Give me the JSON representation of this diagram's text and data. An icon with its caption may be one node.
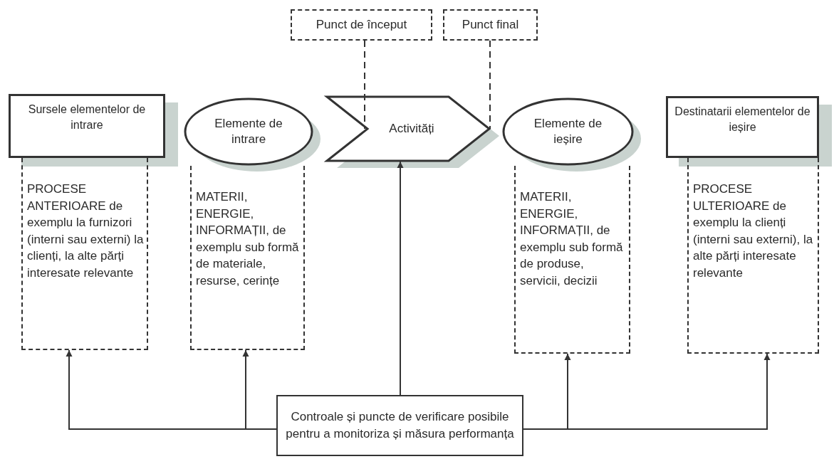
{
  "diagram": {
    "nodes": [
      {
        "text": [
          "Sursele elementelor de intrare"
        ]
      },
      {
        "text": [
          "PROCESE ANTERIOARE de exemplu la furnizori (interni sau externi) la clienți, la alte părți interesate relevante"
        ]
      },
      {
        "text": [
          "Elemente de intrare"
        ]
      },
      {
        "text": [
          "MATERII, ENERGIE, INFORMAȚII, de exemplu sub formă de materiale, resurse, cerințe"
        ]
      },
      {
        "text": [
          "Activități"
        ]
      },
      {
        "text": [
          "Elemente de ieșire"
        ]
      },
      {
        "text": [
          "MATERII, ENERGIE, INFORMAȚII, de exemplu sub formă de produse, servicii, decizii"
        ]
      },
      {
        "text": [
          "Destinatarii elementelor de ieșire"
        ]
      },
      {
        "text": [
          "PROCESE ULTERIOARE de exemplu la clienți (interni sau externi), la alte părți interesate relevante"
        ]
      },
      {
        "text": [
          "Punct de început"
        ]
      },
      {
        "text": [
          "Punct final"
        ]
      },
      {
        "text": [
          "Controale și puncte de verificare posibile pentru a monitoriza și măsura performanța"
        ]
      }
    ],
    "edges": [
      {
        "from": 9,
        "to": 4,
        "arrow": "none",
        "style": "dashed"
      },
      {
        "from": 10,
        "to": 4,
        "arrow": "none",
        "style": "dashed"
      },
      {
        "from": 11,
        "to": 1,
        "arrow": "to"
      },
      {
        "from": 11,
        "to": 3,
        "arrow": "to"
      },
      {
        "from": 11,
        "to": 4,
        "arrow": "to"
      },
      {
        "from": 11,
        "to": 6,
        "arrow": "to"
      },
      {
        "from": 11,
        "to": 8,
        "arrow": "to"
      }
    ]
  }
}
